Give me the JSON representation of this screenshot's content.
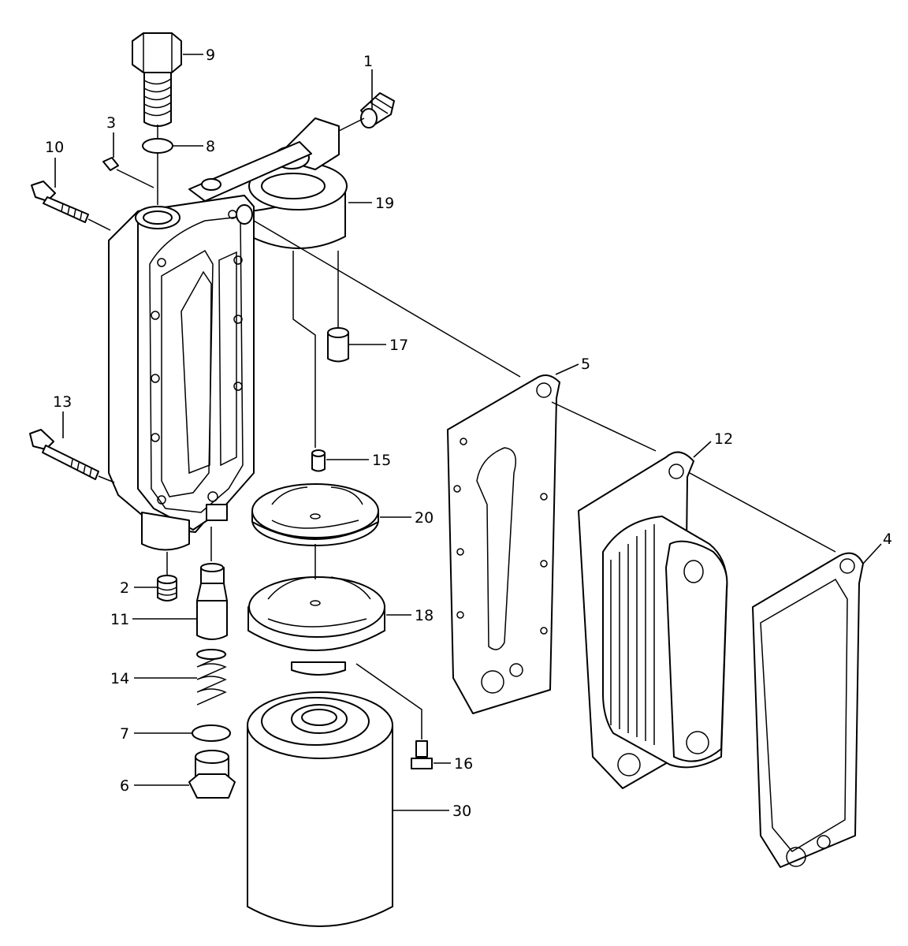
{
  "callouts": [
    {
      "id": "1",
      "label": "1"
    },
    {
      "id": "2",
      "label": "2"
    },
    {
      "id": "3",
      "label": "3"
    },
    {
      "id": "4",
      "label": "4"
    },
    {
      "id": "5",
      "label": "5"
    },
    {
      "id": "6",
      "label": "6"
    },
    {
      "id": "7",
      "label": "7"
    },
    {
      "id": "8",
      "label": "8"
    },
    {
      "id": "9",
      "label": "9"
    },
    {
      "id": "10",
      "label": "10"
    },
    {
      "id": "11",
      "label": "11"
    },
    {
      "id": "12",
      "label": "12"
    },
    {
      "id": "13",
      "label": "13"
    },
    {
      "id": "14",
      "label": "14"
    },
    {
      "id": "15",
      "label": "15"
    },
    {
      "id": "16",
      "label": "16"
    },
    {
      "id": "17",
      "label": "17"
    },
    {
      "id": "18",
      "label": "18"
    },
    {
      "id": "19",
      "label": "19"
    },
    {
      "id": "20",
      "label": "20"
    },
    {
      "id": "30",
      "label": "30"
    }
  ],
  "colors": {
    "line": "#000000",
    "background": "#ffffff"
  }
}
